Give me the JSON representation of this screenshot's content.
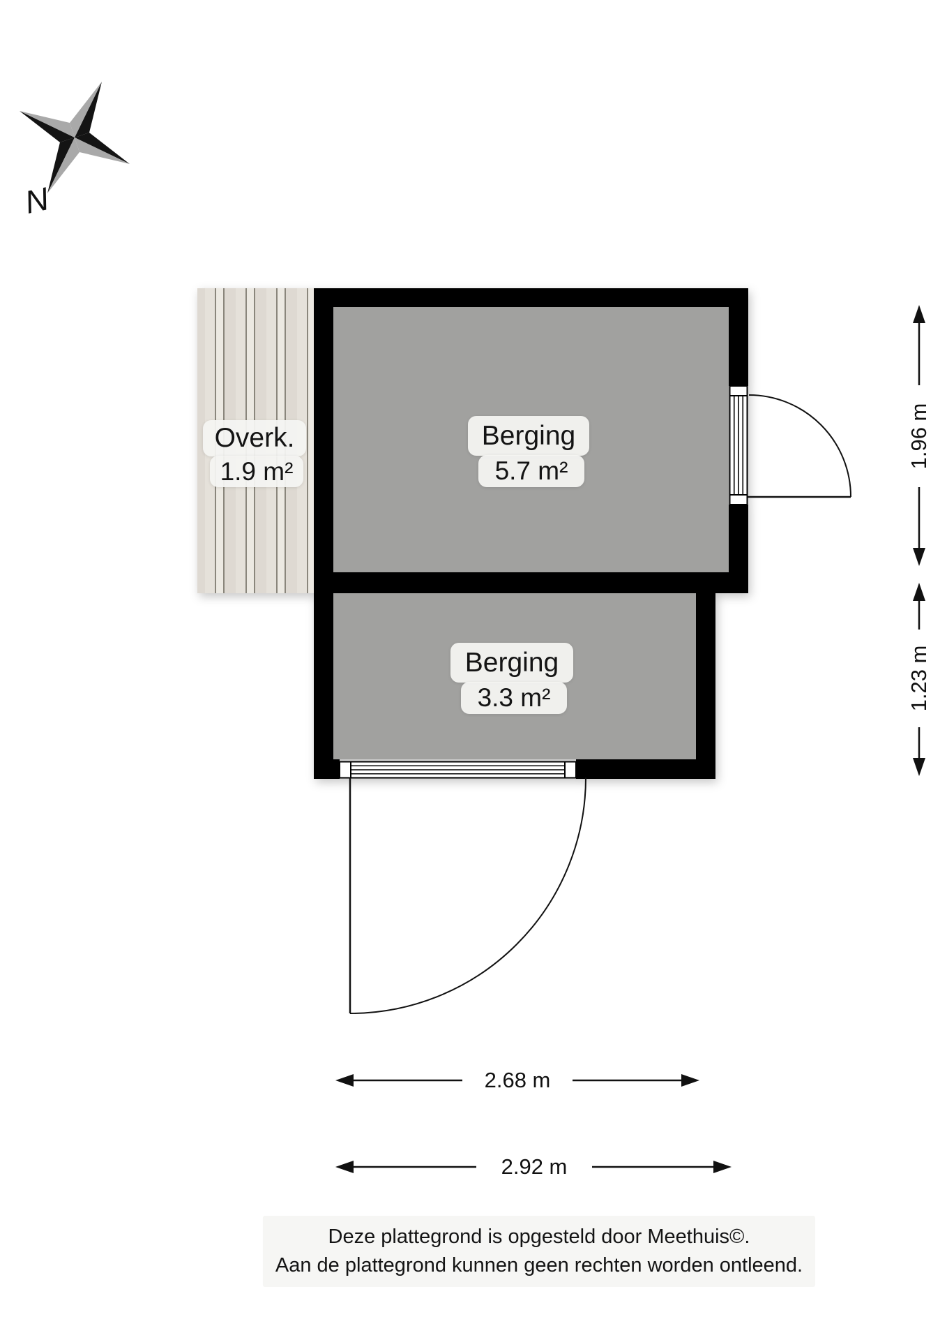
{
  "compass": {
    "north_label": "N"
  },
  "areas": {
    "overk": {
      "name": "Overk.",
      "area": "1.9 m²"
    },
    "berging_top": {
      "name": "Berging",
      "area": "5.7 m²"
    },
    "berging_bottom": {
      "name": "Berging",
      "area": "3.3 m²"
    }
  },
  "dimensions": {
    "upper_room_height": "1.96 m",
    "lower_room_height": "1.23 m",
    "lower_room_width": "2.68 m",
    "upper_room_width": "2.92 m"
  },
  "footer": {
    "line1": "Deze plattegrond is opgesteld door Meethuis©.",
    "line2": "Aan de plattegrond kunnen geen rechten worden ontleend."
  },
  "colors": {
    "wall": "#000000",
    "floor": "#a1a19f",
    "deck_base": "#ded9d2",
    "deck_line": "#8a867c",
    "badge_bg": "#f4f4f2",
    "footer_bg": "#f6f6f4",
    "compass_dark": "#141414",
    "compass_light": "#a9a9a9"
  }
}
